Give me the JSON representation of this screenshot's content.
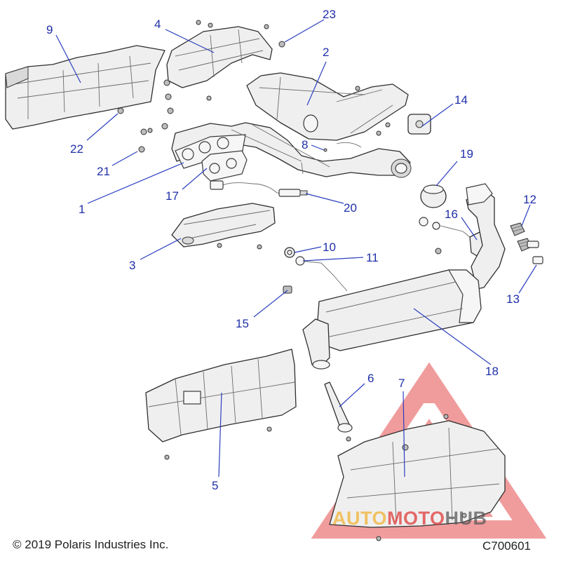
{
  "callouts": [
    {
      "id": "1",
      "label": "1"
    },
    {
      "id": "2",
      "label": "2"
    },
    {
      "id": "3",
      "label": "3"
    },
    {
      "id": "4",
      "label": "4"
    },
    {
      "id": "5",
      "label": "5"
    },
    {
      "id": "6",
      "label": "6"
    },
    {
      "id": "7",
      "label": "7"
    },
    {
      "id": "8",
      "label": "8"
    },
    {
      "id": "9",
      "label": "9"
    },
    {
      "id": "10",
      "label": "10"
    },
    {
      "id": "11",
      "label": "11"
    },
    {
      "id": "12",
      "label": "12"
    },
    {
      "id": "13",
      "label": "13"
    },
    {
      "id": "14",
      "label": "14"
    },
    {
      "id": "15",
      "label": "15"
    },
    {
      "id": "16",
      "label": "16"
    },
    {
      "id": "17",
      "label": "17"
    },
    {
      "id": "18",
      "label": "18"
    },
    {
      "id": "19",
      "label": "19"
    },
    {
      "id": "20",
      "label": "20"
    },
    {
      "id": "21",
      "label": "21"
    },
    {
      "id": "22",
      "label": "22"
    },
    {
      "id": "23",
      "label": "23"
    }
  ],
  "copyright": "© 2019 Polaris Industries Inc.",
  "diagram_code": "C700601",
  "watermark": {
    "word_1": "AUTO",
    "word_2": "MOTO",
    "word_3": "HUB",
    "color_1": "#f2b233",
    "color_2": "#e03a3a",
    "color_3": "#5a5a5a",
    "logo_color": "#e23b3b"
  },
  "colors": {
    "callout": "#1f2fa8",
    "leader": "#2b3fbf",
    "line_art": "#2e2e2e"
  }
}
